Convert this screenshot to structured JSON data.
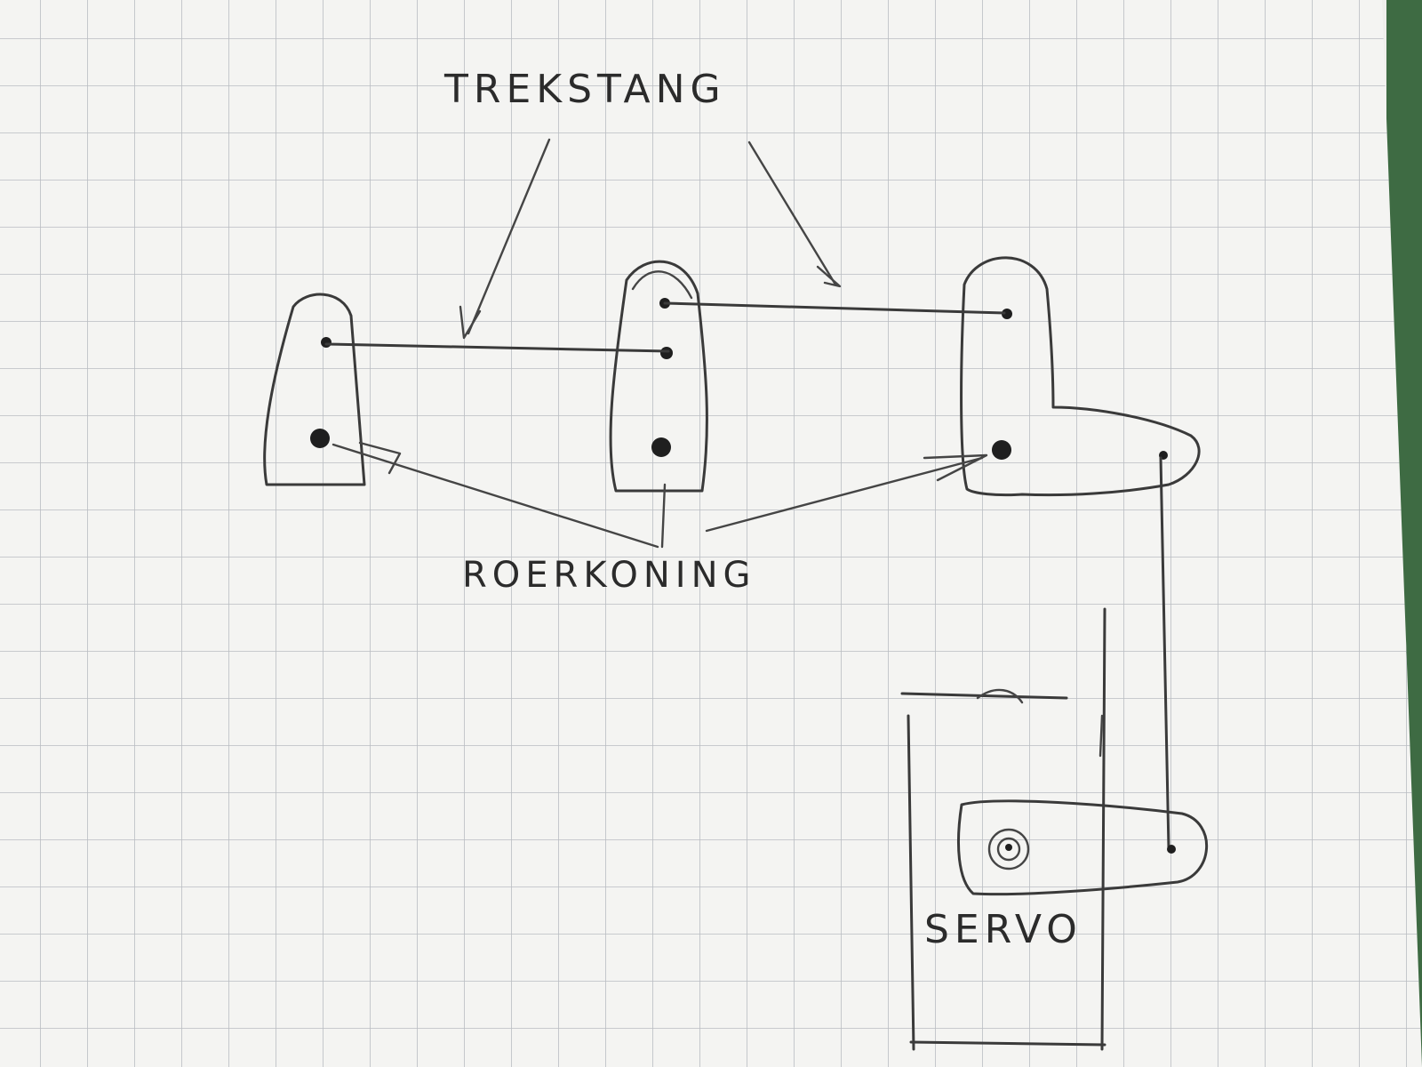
{
  "labels": {
    "trekstang": "TREKSTANG",
    "roerkoning": "ROERKONING",
    "servo": "SERVO"
  },
  "colors": {
    "paper": "#f4f4f2",
    "grid": "#b9bcc2",
    "ink": "#3a3a3a",
    "background": "#3e6b43"
  }
}
